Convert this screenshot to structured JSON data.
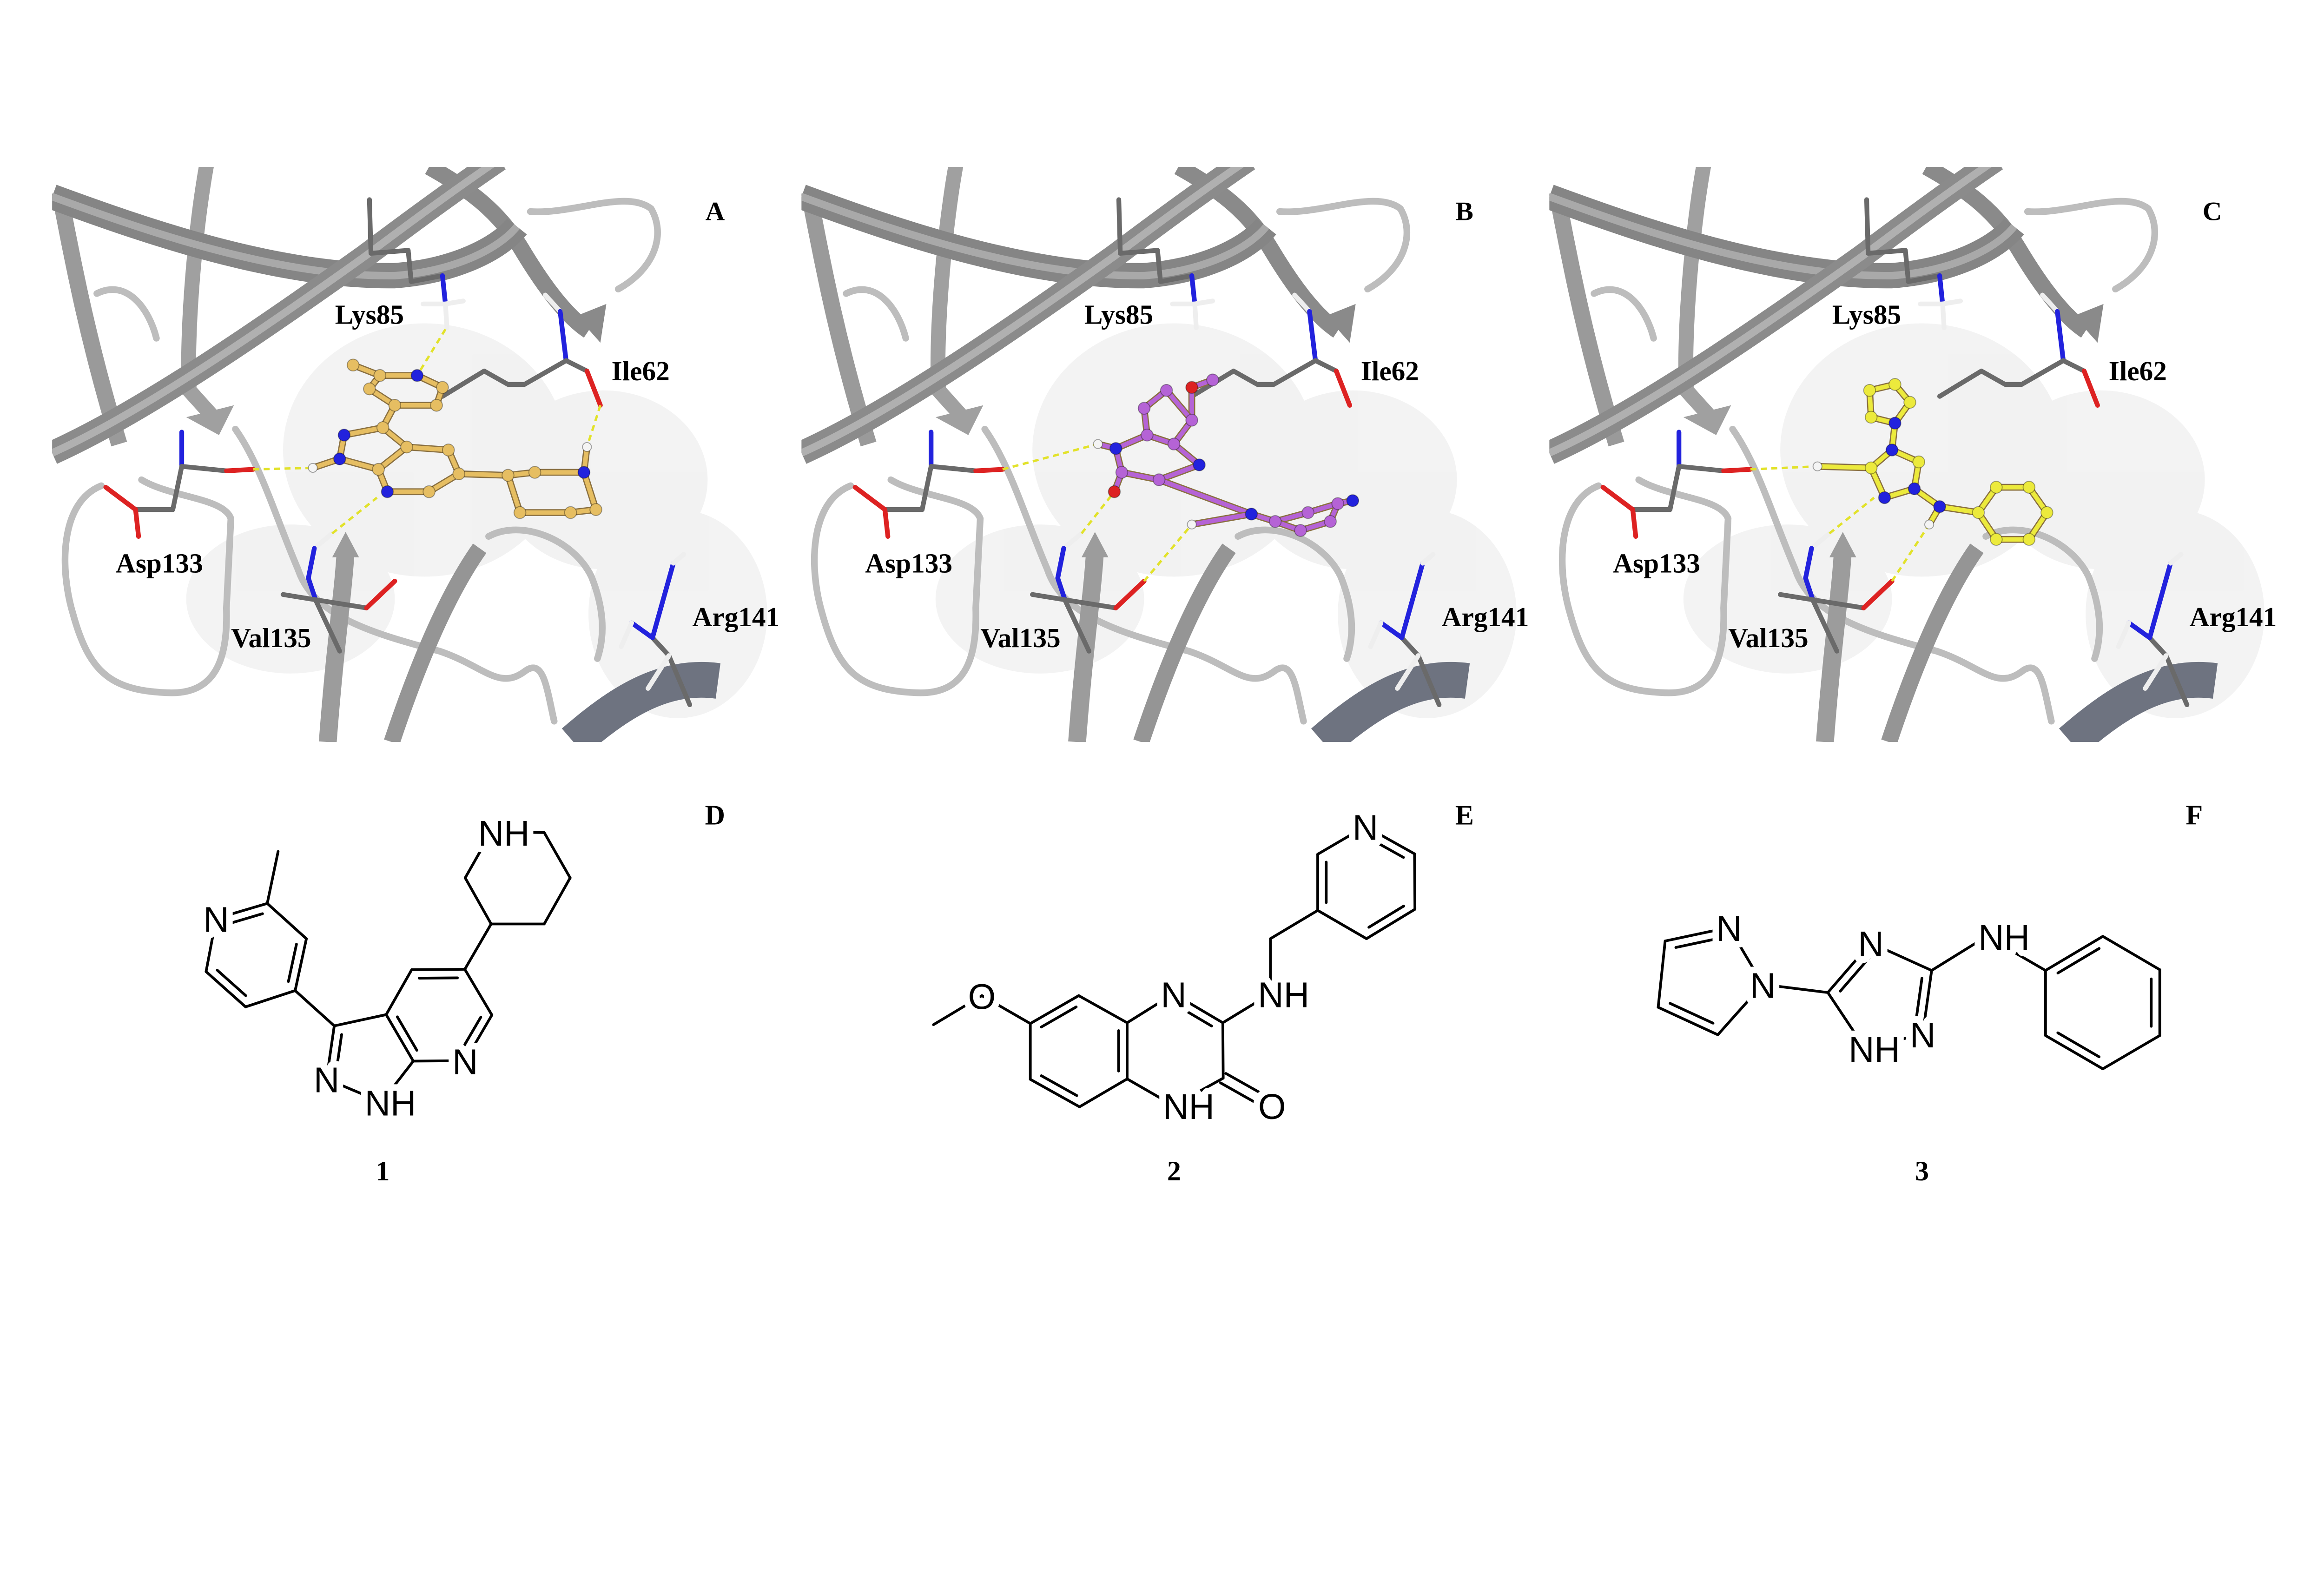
{
  "panels": [
    {
      "letter": "A",
      "ligand_color": "#e6be62",
      "residues": {
        "lys": "Lys85",
        "ile": "Ile62",
        "asp": "Asp133",
        "val": "Val135",
        "arg": "Arg141"
      }
    },
    {
      "letter": "B",
      "ligand_color": "#b563d6",
      "residues": {
        "lys": "Lys85",
        "ile": "Ile62",
        "asp": "Asp133",
        "val": "Val135",
        "arg": "Arg141"
      }
    },
    {
      "letter": "C",
      "ligand_color": "#ecea3c",
      "residues": {
        "lys": "Lys85",
        "ile": "Ile62",
        "asp": "Asp133",
        "val": "Val135",
        "arg": "Arg141"
      }
    }
  ],
  "structures": [
    {
      "letter": "D",
      "compound": "1",
      "atom_labels": [
        "N",
        "N",
        "NH",
        "N",
        "NH"
      ]
    },
    {
      "letter": "E",
      "compound": "2",
      "atom_labels": [
        "O",
        "N",
        "NH",
        "N",
        "NH",
        "O"
      ]
    },
    {
      "letter": "F",
      "compound": "3",
      "atom_labels": [
        "N",
        "N",
        "N",
        "N",
        "NH",
        "NH"
      ]
    }
  ],
  "colors": {
    "ribbon": "#8e8e8e",
    "loop": "#c9c9c9",
    "carbon_stick": "#6a6a6a",
    "nitrogen": "#2222dd",
    "oxygen": "#dd2222",
    "hydrogen": "#eeeeee",
    "hbond": "#e2e22a"
  }
}
